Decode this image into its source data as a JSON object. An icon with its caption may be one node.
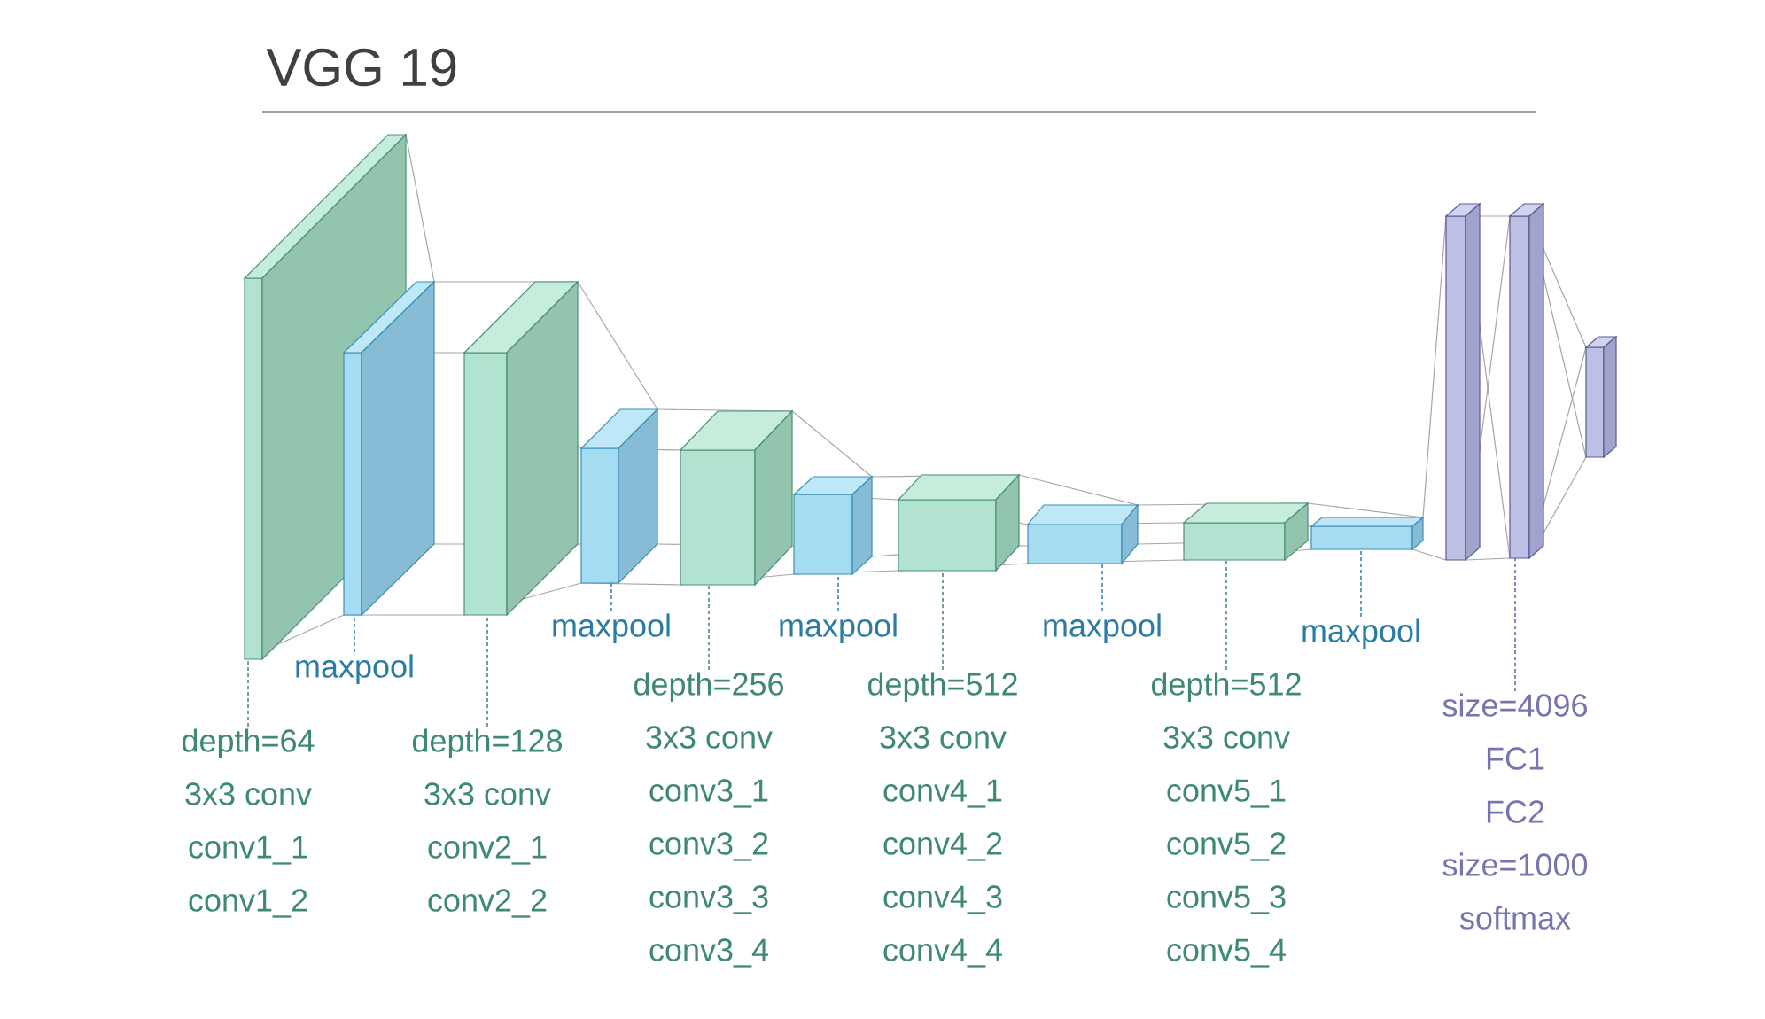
{
  "diagram": {
    "title": "VGG 19",
    "nodes": [
      {
        "text": [],
        "shape": "box"
      },
      {
        "text": [],
        "shape": "box"
      },
      {
        "text": [],
        "shape": "box"
      },
      {
        "text": [],
        "shape": "box"
      },
      {
        "text": [],
        "shape": "box"
      },
      {
        "text": [],
        "shape": "box"
      },
      {
        "text": [],
        "shape": "box"
      },
      {
        "text": [],
        "shape": "box"
      },
      {
        "text": [],
        "shape": "box"
      },
      {
        "text": [],
        "shape": "box"
      },
      {
        "text": [],
        "shape": "box"
      },
      {
        "text": [],
        "shape": "box"
      },
      {
        "text": [],
        "shape": "box"
      },
      {
        "text": [
          "maxpool"
        ]
      },
      {
        "text": [
          "depth=64",
          "3x3 conv",
          "conv1_1",
          "conv1_2"
        ]
      },
      {
        "text": [
          "depth=128",
          "3x3 conv",
          "conv2_1",
          "conv2_2"
        ]
      },
      {
        "text": [
          "maxpool"
        ]
      },
      {
        "text": [
          "depth=256",
          "3x3 conv",
          "conv3_1",
          "conv3_2",
          "conv3_3",
          "conv3_4"
        ]
      },
      {
        "text": [
          "maxpool"
        ]
      },
      {
        "text": [
          "depth=512",
          "3x3 conv",
          "conv4_1",
          "conv4_2",
          "conv4_3",
          "conv4_4"
        ]
      },
      {
        "text": [
          "maxpool"
        ]
      },
      {
        "text": [
          "depth=512",
          "3x3 conv",
          "conv5_1",
          "conv5_2",
          "conv5_3",
          "conv5_4"
        ]
      },
      {
        "text": [
          "maxpool"
        ]
      },
      {
        "text": [
          "size=4096",
          "FC1",
          "FC2",
          "size=1000",
          "softmax"
        ]
      }
    ],
    "edges": [
      {
        "from": 13,
        "to": 1,
        "arrow": "none",
        "style": "dashed",
        "color": "#3a86ad"
      },
      {
        "from": 14,
        "to": 0,
        "arrow": "none",
        "style": "dashed"
      },
      {
        "from": 15,
        "to": 2,
        "arrow": "none",
        "style": "dashed"
      },
      {
        "from": 16,
        "to": 3,
        "arrow": "none",
        "style": "dashed",
        "color": "#3a86ad"
      },
      {
        "from": 17,
        "to": 4,
        "arrow": "none",
        "style": "dashed"
      },
      {
        "from": 18,
        "to": 5,
        "arrow": "none",
        "style": "dashed",
        "color": "#3a86ad"
      },
      {
        "from": 19,
        "to": 6,
        "arrow": "none",
        "style": "dashed"
      },
      {
        "from": 20,
        "to": 7,
        "arrow": "none",
        "style": "dashed",
        "color": "#3a86ad"
      },
      {
        "from": 21,
        "to": 8,
        "arrow": "none",
        "style": "dashed"
      },
      {
        "from": 22,
        "to": 9,
        "arrow": "none",
        "style": "dashed",
        "color": "#3a86ad"
      },
      {
        "from": 23,
        "to": 11,
        "arrow": "none",
        "style": "dashed",
        "color": "#6a6aa8"
      }
    ]
  }
}
